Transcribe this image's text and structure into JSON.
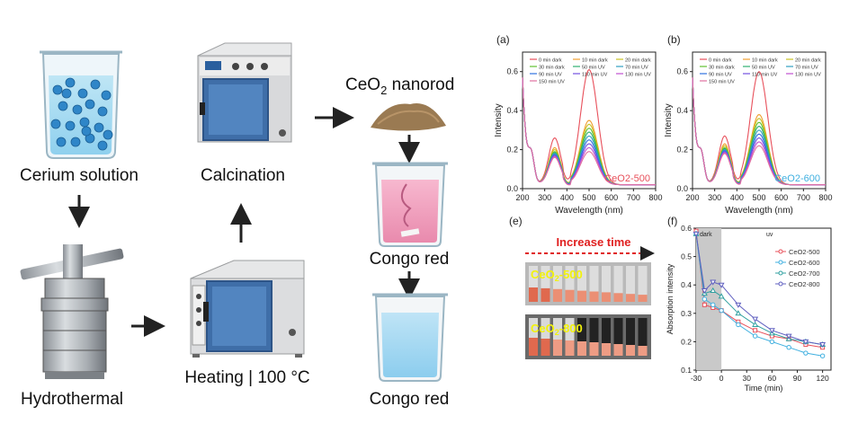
{
  "workflow": {
    "steps": {
      "cerium_solution": "Cerium solution",
      "hydrothermal": "Hydrothermal",
      "heating": "Heating | 100 °C",
      "calcination": "Calcination",
      "nanorod_prefix": "CeO",
      "nanorod_sub": "2",
      "nanorod_suffix": " nanorod",
      "congo_red_1": "Congo red",
      "congo_red_2": "Congo red"
    }
  },
  "panels": {
    "a": "(a)",
    "b": "(b)",
    "e": "(e)",
    "f": "(f)"
  },
  "photo": {
    "increase_time": "Increase time",
    "label_500_prefix": "CeO",
    "label_500_sub": "2",
    "label_500_suffix": "-500",
    "label_800_prefix": "CeO",
    "label_800_sub": "2",
    "label_800_suffix": "-800"
  },
  "chart_data": [
    {
      "id": "a",
      "type": "line",
      "xlabel": "Wavelength (nm)",
      "ylabel": "Intensity",
      "xlim": [
        200,
        800
      ],
      "ylim": [
        0,
        0.7
      ],
      "xticks": [
        200,
        300,
        400,
        500,
        600,
        700,
        800
      ],
      "yticks": [
        0.0,
        0.2,
        0.4,
        0.6
      ],
      "annotation": "CeO2-500",
      "legend": [
        "0 min dark",
        "10 min dark",
        "20 min dark",
        "30 min dark",
        "50 min UV",
        "70 min UV",
        "90 min UV",
        "110 min UV",
        "130 min UV",
        "150 min UV"
      ],
      "colors": [
        "#e8505b",
        "#f0a030",
        "#c8c020",
        "#60c030",
        "#30b070",
        "#30a0c0",
        "#3070e0",
        "#7050e0",
        "#c050d0",
        "#e070a0"
      ],
      "peak_500": [
        0.59,
        0.33,
        0.31,
        0.29,
        0.27,
        0.25,
        0.23,
        0.21,
        0.19,
        0.17
      ],
      "peak_340": [
        0.24,
        0.19,
        0.18,
        0.17,
        0.165,
        0.16,
        0.155,
        0.15,
        0.145,
        0.14
      ]
    },
    {
      "id": "b",
      "type": "line",
      "xlabel": "Wavelength (nm)",
      "ylabel": "Intensity",
      "xlim": [
        200,
        800
      ],
      "ylim": [
        0,
        0.7
      ],
      "xticks": [
        200,
        300,
        400,
        500,
        600,
        700,
        800
      ],
      "yticks": [
        0.0,
        0.2,
        0.4,
        0.6
      ],
      "annotation": "CeO2-600",
      "legend": [
        "0 min dark",
        "10 min dark",
        "20 min dark",
        "30 min dark",
        "50 min UV",
        "70 min UV",
        "90 min UV",
        "110 min UV",
        "130 min UV",
        "150 min UV"
      ],
      "colors": [
        "#e8505b",
        "#f0a030",
        "#c8c020",
        "#60c030",
        "#30b070",
        "#30a0c0",
        "#3070e0",
        "#7050e0",
        "#c050d0",
        "#e070a0"
      ],
      "peak_500": [
        0.58,
        0.36,
        0.34,
        0.32,
        0.3,
        0.28,
        0.26,
        0.24,
        0.22,
        0.2
      ],
      "peak_340": [
        0.25,
        0.21,
        0.2,
        0.19,
        0.185,
        0.18,
        0.175,
        0.17,
        0.165,
        0.16
      ]
    },
    {
      "id": "f",
      "type": "line",
      "xlabel": "Time (min)",
      "ylabel": "Absorption intensity",
      "xlim": [
        -30,
        130
      ],
      "ylim": [
        0.1,
        0.6
      ],
      "xticks": [
        -30,
        0,
        30,
        60,
        90,
        120
      ],
      "yticks": [
        0.1,
        0.2,
        0.3,
        0.4,
        0.5,
        0.6
      ],
      "region_labels": {
        "dark": "dark",
        "uv": "uv"
      },
      "x": [
        -30,
        -20,
        -10,
        0,
        20,
        40,
        60,
        80,
        100,
        120
      ],
      "series": [
        {
          "name": "CeO2-500",
          "color": "#e8505b",
          "marker": "square",
          "values": [
            0.59,
            0.33,
            0.32,
            0.31,
            0.27,
            0.24,
            0.22,
            0.21,
            0.19,
            0.18
          ]
        },
        {
          "name": "CeO2-600",
          "color": "#40b0e0",
          "marker": "circle",
          "values": [
            0.58,
            0.35,
            0.33,
            0.31,
            0.26,
            0.22,
            0.2,
            0.18,
            0.16,
            0.15
          ]
        },
        {
          "name": "CeO2-700",
          "color": "#30a0a0",
          "marker": "triangle",
          "values": [
            0.58,
            0.37,
            0.38,
            0.36,
            0.3,
            0.26,
            0.23,
            0.21,
            0.2,
            0.19
          ]
        },
        {
          "name": "CeO2-800",
          "color": "#6060c0",
          "marker": "tri-down",
          "values": [
            0.58,
            0.38,
            0.41,
            0.4,
            0.33,
            0.28,
            0.24,
            0.22,
            0.2,
            0.19
          ]
        }
      ]
    }
  ]
}
